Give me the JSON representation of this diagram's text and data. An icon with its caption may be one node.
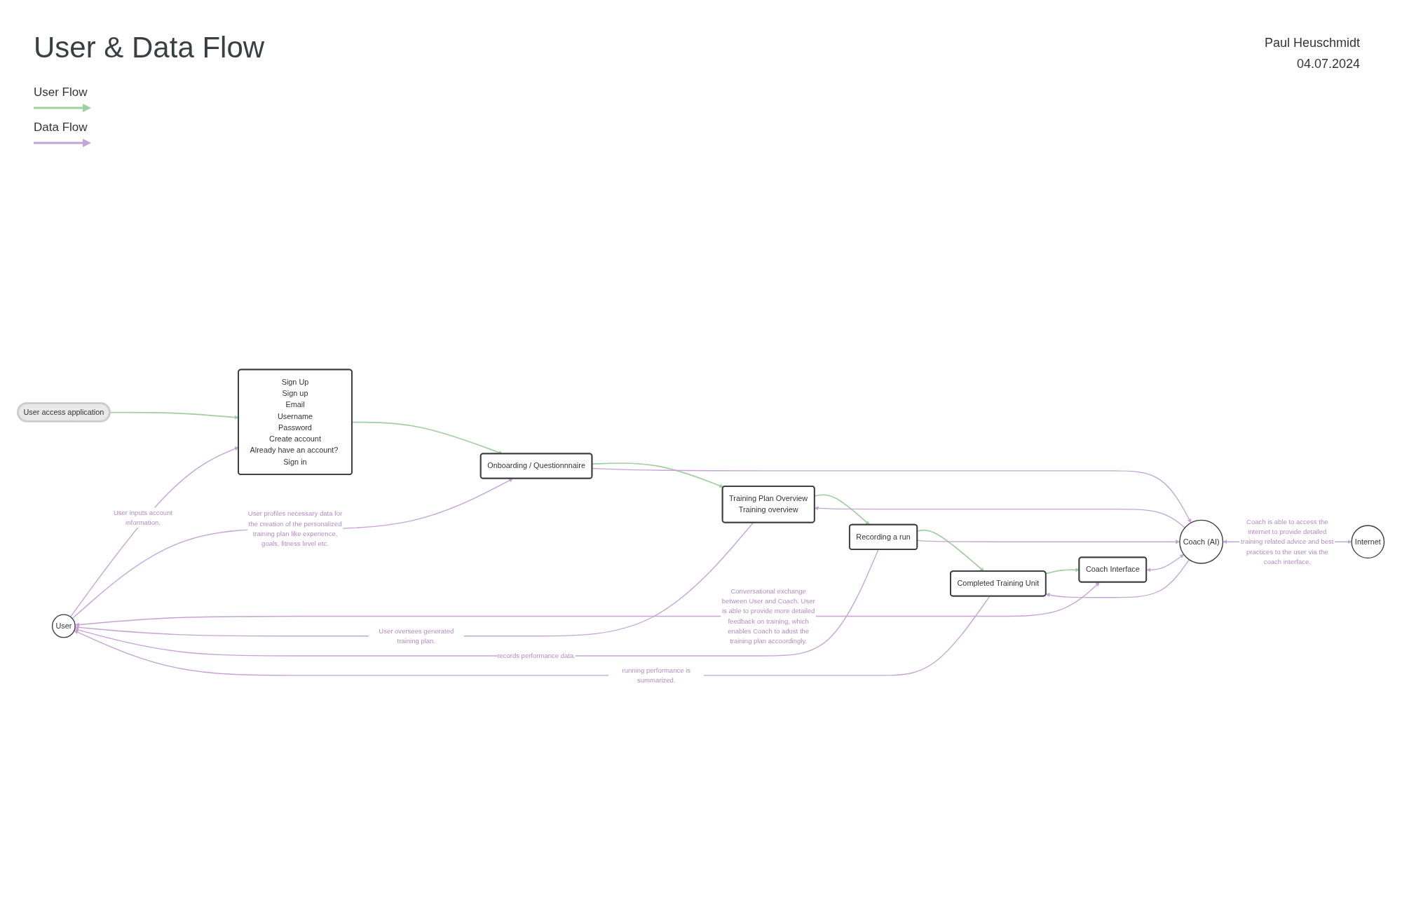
{
  "diagram": {
    "title": "User & Data Flow",
    "nodes": [
      {
        "text": [
          "User"
        ]
      },
      {
        "text": [
          "User access application"
        ]
      },
      {
        "text": [
          "Sign Up",
          "Sign up",
          "Email",
          "Username",
          "Password",
          "Create account",
          "Already have an account? Sign in"
        ]
      },
      {
        "text": [
          "Onboarding / Questionnnaire"
        ]
      },
      {
        "text": [
          "Training Plan Overview",
          "Training overview"
        ]
      },
      {
        "text": [
          "Recording a run"
        ]
      },
      {
        "text": [
          "Completed Training Unit"
        ]
      },
      {
        "text": [
          "Coach Interface"
        ]
      },
      {
        "text": [
          "Coach (AI)"
        ]
      },
      {
        "text": [
          "Internet"
        ]
      }
    ],
    "edges": [
      {
        "from": 0,
        "to": 2,
        "arrow": "to",
        "label": "User inputs account information."
      },
      {
        "from": 0,
        "to": 3,
        "arrow": "to",
        "label": "User profiles necessary data for the creation of the personalized training plan like experience, goals, fitness level etc."
      },
      {
        "from": 4,
        "to": 0,
        "arrow": "to",
        "label": "User oversees generated training plan."
      },
      {
        "from": 5,
        "to": 0,
        "arrow": "to",
        "label": "records performance data."
      },
      {
        "from": 6,
        "to": 0,
        "arrow": "to",
        "label": "running performance is summarized."
      },
      {
        "from": 0,
        "to": 7,
        "arrow": "both",
        "label": "Conversational exchange between User and Coach. User is able to provide more detailed feedback on training, which enables Coach to adust the training plan accoordingly."
      },
      {
        "from": 1,
        "to": 2,
        "arrow": "to",
        "color": "#9fcf9f"
      },
      {
        "from": 2,
        "to": 3,
        "arrow": "to",
        "color": "#9fcf9f"
      },
      {
        "from": 3,
        "to": 4,
        "arrow": "to",
        "color": "#9fcf9f"
      },
      {
        "from": 4,
        "to": 5,
        "arrow": "to",
        "color": "#9fcf9f"
      },
      {
        "from": 5,
        "to": 6,
        "arrow": "to",
        "color": "#9fcf9f"
      },
      {
        "from": 6,
        "to": 7,
        "arrow": "to",
        "color": "#9fcf9f"
      },
      {
        "from": 3,
        "to": 8,
        "arrow": "to"
      },
      {
        "from": 8,
        "to": 4,
        "arrow": "to"
      },
      {
        "from": 5,
        "to": 8,
        "arrow": "to"
      },
      {
        "from": 8,
        "to": 6,
        "arrow": "to"
      },
      {
        "from": 7,
        "to": 8,
        "arrow": "both"
      },
      {
        "from": 8,
        "to": 9,
        "arrow": "both",
        "label": "Coach is able to access the internet to provide detailed training related advice and best practices to the user via the coach interface."
      }
    ],
    "labels": [
      "Paul Heuschmidt",
      "04.07.2024"
    ],
    "legend": [
      {
        "text": "User Flow"
      },
      {
        "text": "Data Flow"
      }
    ]
  }
}
